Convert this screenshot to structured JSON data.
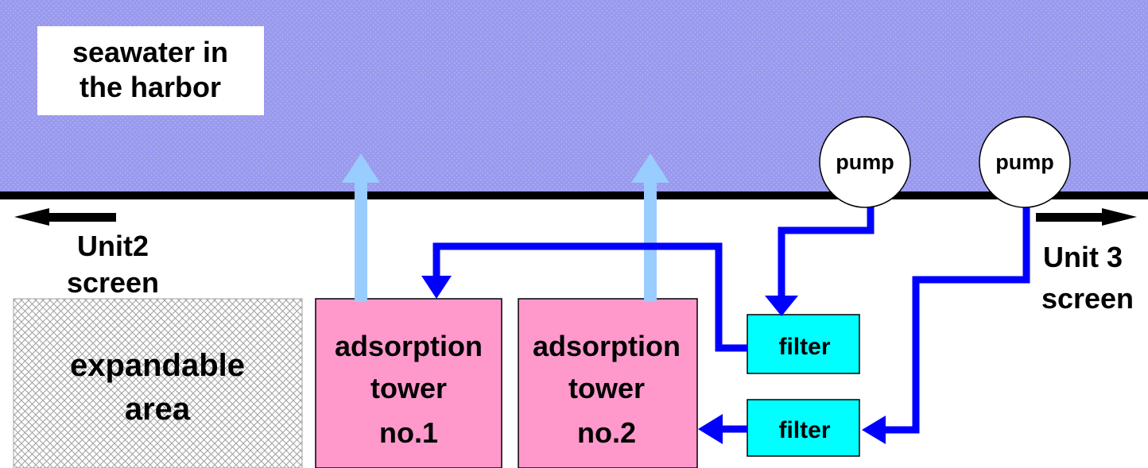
{
  "colors": {
    "seawater": "#9999ee",
    "seawater_dots": "#b4b4f4",
    "shoreline": "#000000",
    "tower_fill": "#ff99cc",
    "filter_fill": "#00ffff",
    "pipe_main": "#0000ff",
    "pipe_outflow": "#99ccff",
    "pump_fill": "#ffffff",
    "expandable_hatch": "#a0a0a0"
  },
  "seawater": {
    "label_line1": "seawater in",
    "label_line2": "the harbor"
  },
  "pumps": [
    {
      "label": "pump",
      "icon": "pump-icon"
    },
    {
      "label": "pump",
      "icon": "pump-icon"
    }
  ],
  "units": {
    "left": {
      "line1": "Unit2",
      "line2": "screen",
      "arrow": "arrow-left-icon"
    },
    "right": {
      "line1": "Unit 3",
      "line2": "screen",
      "arrow": "arrow-right-icon"
    }
  },
  "expandable_area": {
    "line1": "expandable",
    "line2": "area"
  },
  "towers": [
    {
      "line1": "adsorption",
      "line2": "tower",
      "line3": "no.1"
    },
    {
      "line1": "adsorption",
      "line2": "tower",
      "line3": "no.2"
    }
  ],
  "filters": [
    {
      "label": "filter"
    },
    {
      "label": "filter"
    }
  ]
}
